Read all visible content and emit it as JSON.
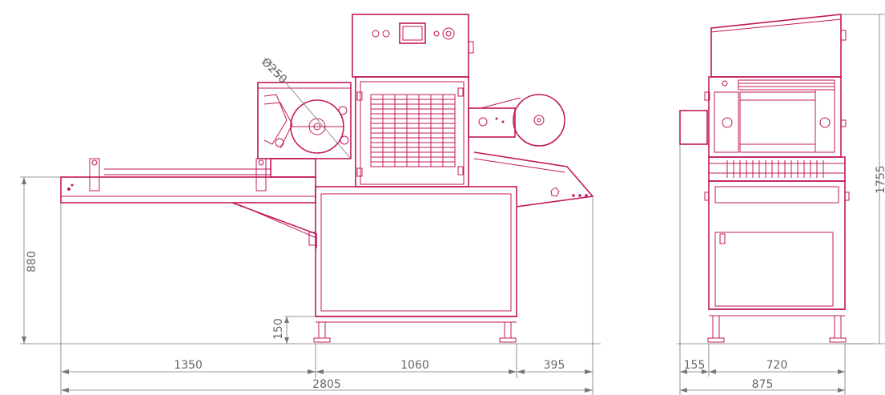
{
  "colors": {
    "machine": "#c2185b",
    "dimension": "#777777",
    "text": "#666666"
  },
  "diameter_label": "Ø250",
  "front_view": {
    "dims": {
      "infeed": "1350",
      "body": "1060",
      "outfeed": "395",
      "total_length": "2805",
      "height": "880",
      "leg_height": "150"
    }
  },
  "side_view": {
    "dims": {
      "offset": "155",
      "width": "720",
      "total_width": "875",
      "total_height": "1755"
    }
  }
}
